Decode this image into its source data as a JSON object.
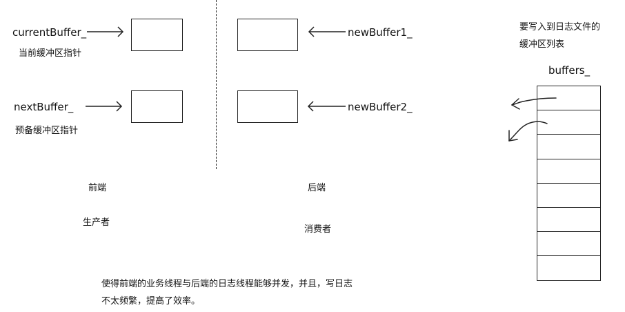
{
  "front": {
    "current_buffer": "currentBuffer_",
    "current_desc": "当前缓冲区指针",
    "next_buffer": "nextBuffer_",
    "next_desc": "预备缓冲区指针",
    "role": "前端",
    "role_desc": "生产者"
  },
  "back": {
    "new_buffer1": "newBuffer1_",
    "new_buffer2": "newBuffer2_",
    "role": "后端",
    "role_desc": "消费者"
  },
  "buffers": {
    "caption_line1": "要写入到日志文件的",
    "caption_line2": "缓冲区列表",
    "name": "buffers_",
    "cells": [
      "",
      "",
      "",
      "",
      "",
      "",
      "",
      ""
    ]
  },
  "footer": {
    "line1": "使得前端的业务线程与后端的日志线程能够并发，并且，写日志",
    "line2": "不太频繁，提高了效率。"
  }
}
